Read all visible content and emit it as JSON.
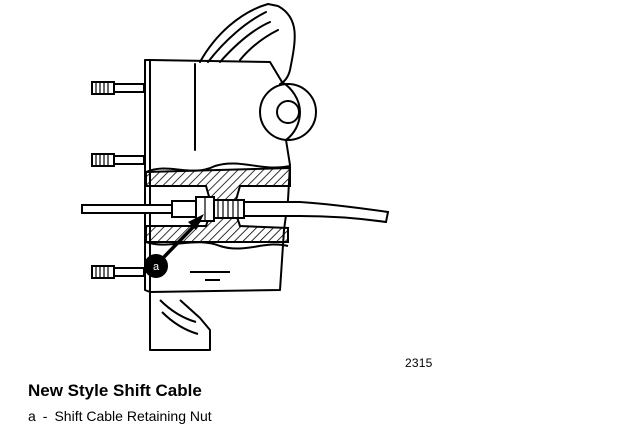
{
  "figure": {
    "figure_number": "2315",
    "callout_label": "a"
  },
  "caption": {
    "title": "New Style Shift Cable"
  },
  "legend": [
    {
      "key": "a",
      "separator": "-",
      "text": "Shift Cable Retaining Nut"
    }
  ]
}
